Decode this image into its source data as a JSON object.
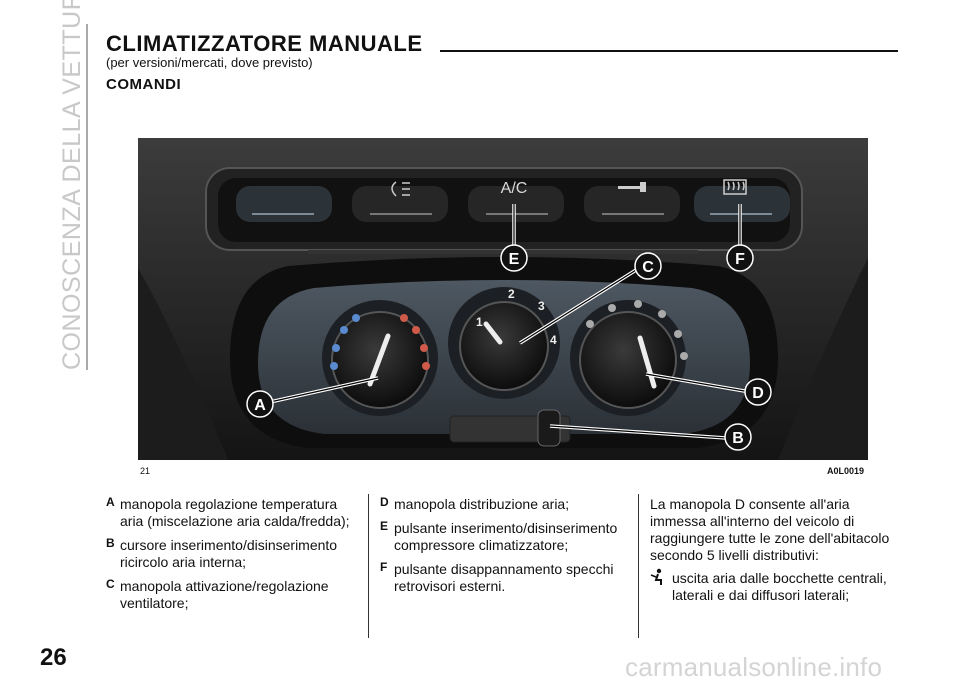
{
  "side_title": "CONOSCENZA DELLA VETTURA",
  "title": "CLIMATIZZATORE MANUALE",
  "subtitle": "(per versioni/mercati, dove previsto)",
  "section": "COMANDI",
  "figure": {
    "number": "21",
    "code": "A0L0019",
    "ac_label": "A/C",
    "fan_numbers": [
      "1",
      "2",
      "3",
      "4"
    ],
    "callouts": [
      "A",
      "B",
      "C",
      "D",
      "E",
      "F"
    ]
  },
  "items": [
    {
      "letter": "A",
      "text": "manopola regolazione temperatura aria (miscelazione aria calda/fredda);"
    },
    {
      "letter": "B",
      "text": "cursore inserimento/disinserimento ricircolo aria interna;"
    },
    {
      "letter": "C",
      "text": "manopola attivazione/regolazione ventilatore;"
    },
    {
      "letter": "D",
      "text": "manopola distribuzione aria;"
    },
    {
      "letter": "E",
      "text": "pulsante inserimento/disinserimento compressore climatizzatore;"
    },
    {
      "letter": "F",
      "text": "pulsante disappannamento specchi retrovisori esterni."
    }
  ],
  "paragraph": "La manopola D consente all'aria immessa all'interno del veicolo di raggiungere tutte le zone dell'abitacolo secondo 5 livelli distributivi:",
  "bullet": "uscita aria dalle bocchette centrali, laterali e dai diffusori laterali;",
  "page_number": "26",
  "watermark": "carmanualsonline.info"
}
